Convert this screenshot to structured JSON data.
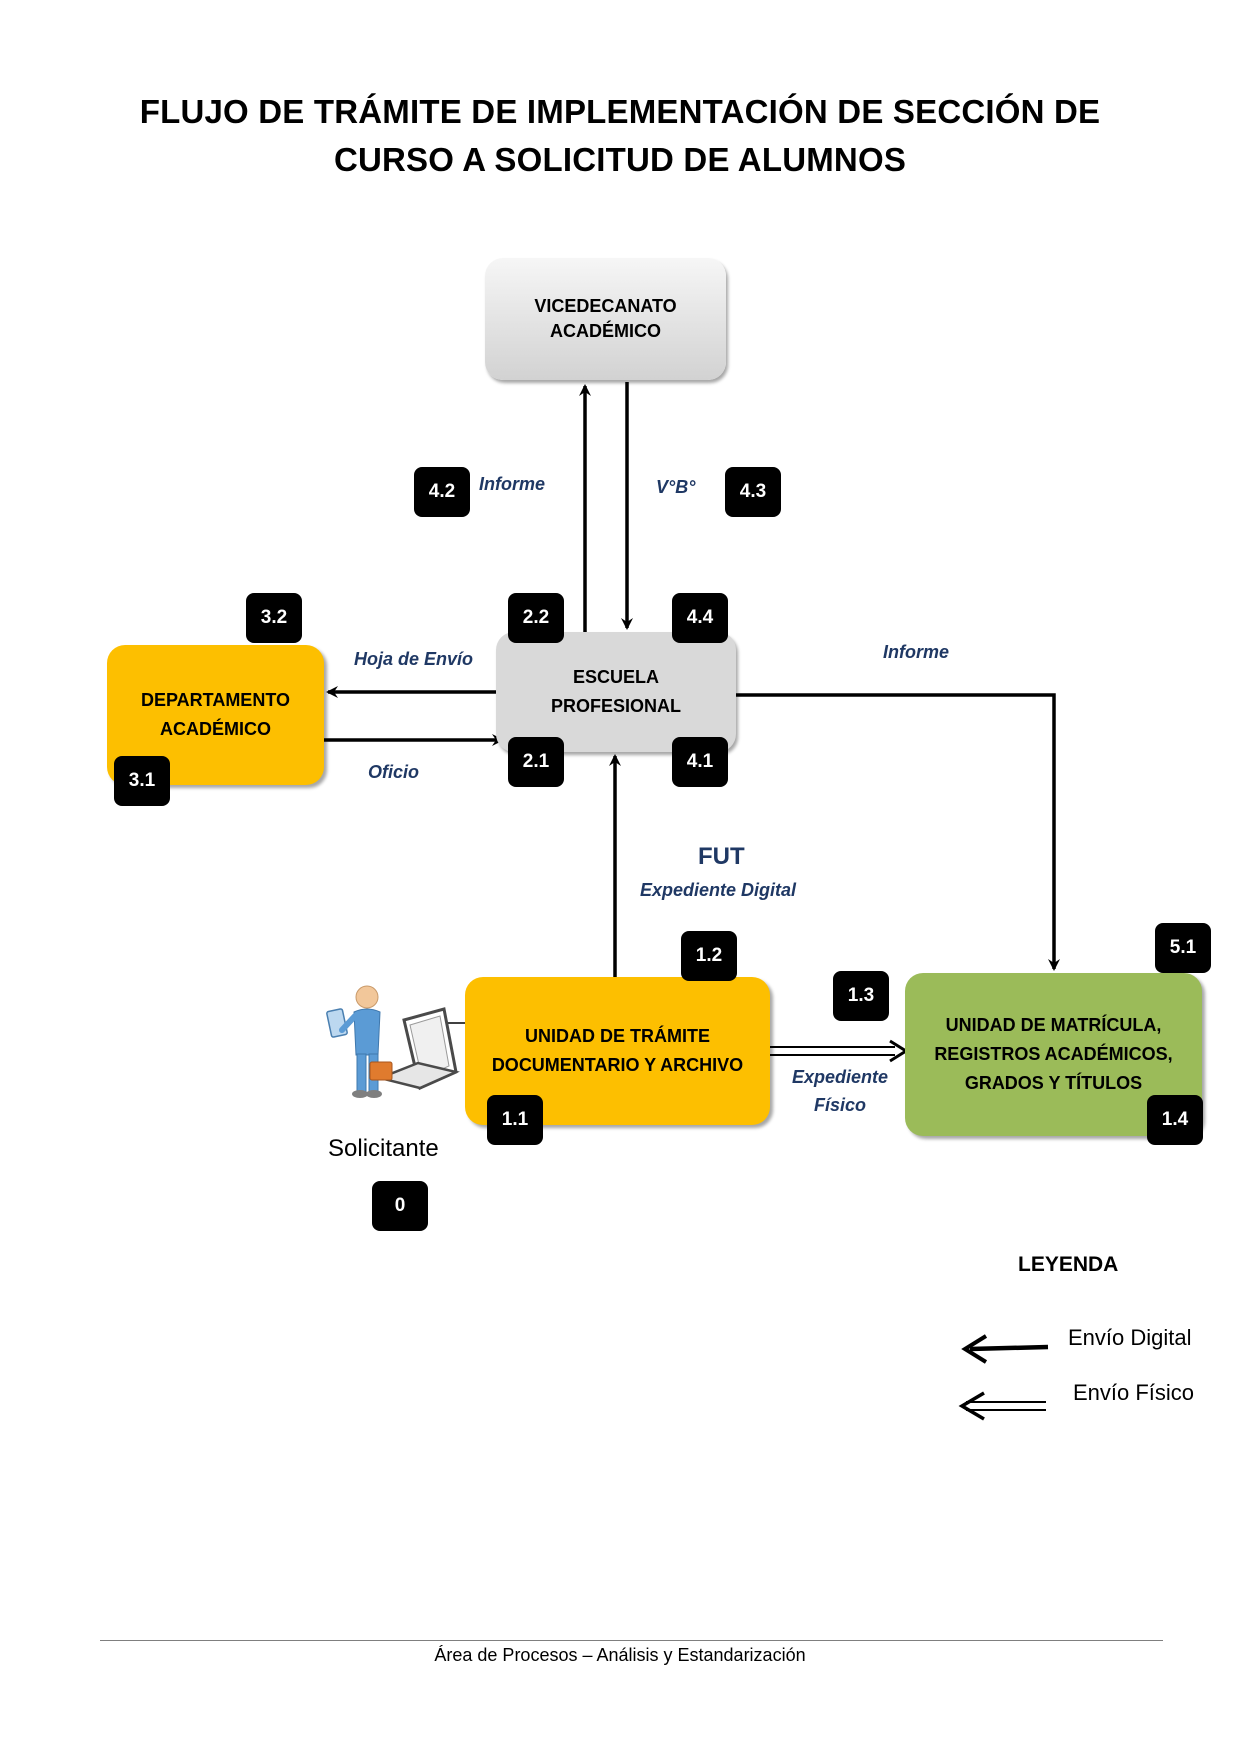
{
  "title": {
    "line1": "FLUJO DE TRÁMITE DE IMPLEMENTACIÓN DE SECCIÓN DE",
    "line2": "CURSO A SOLICITUD DE ALUMNOS"
  },
  "nodes": {
    "vicedecanato": {
      "line1": "VICEDECANATO",
      "line2": "ACADÉMICO"
    },
    "escuela": {
      "line1": "ESCUELA",
      "line2": "PROFESIONAL"
    },
    "departamento": {
      "line1": "DEPARTAMENTO",
      "line2": "ACADÉMICO"
    },
    "unidad_tramite": {
      "line1": "UNIDAD DE TRÁMITE",
      "line2": "DOCUMENTARIO Y ARCHIVO"
    },
    "unidad_matricula": {
      "line1": "UNIDAD DE MATRÍCULA,",
      "line2": "REGISTROS ACADÉMICOS,",
      "line3": "GRADOS Y TÍTULOS"
    }
  },
  "steps": {
    "s0": "0",
    "s11": "1.1",
    "s12": "1.2",
    "s13": "1.3",
    "s14": "1.4",
    "s21": "2.1",
    "s22": "2.2",
    "s31": "3.1",
    "s32": "3.2",
    "s41": "4.1",
    "s42": "4.2",
    "s43": "4.3",
    "s44": "4.4",
    "s51": "5.1"
  },
  "labels": {
    "informe_vice": "Informe",
    "vb": "V°B°",
    "hoja_envio": "Hoja de Envío",
    "oficio": "Oficio",
    "informe_umr": "Informe",
    "fut": "FUT",
    "expediente_digital": "Expediente Digital",
    "expediente_fisico_1": "Expediente",
    "expediente_fisico_2": "Físico"
  },
  "actor": {
    "name": "Solicitante"
  },
  "legend": {
    "title": "LEYENDA",
    "digital": "Envío Digital",
    "fisico": "Envío Físico"
  },
  "footer": "Área de Procesos – Análisis y Estandarización",
  "colors": {
    "gray_box": "#d9d9d9",
    "yellow_box": "#fdbf00",
    "green_box": "#9bbb59",
    "badge": "#000000",
    "label_text": "#1f3864"
  }
}
